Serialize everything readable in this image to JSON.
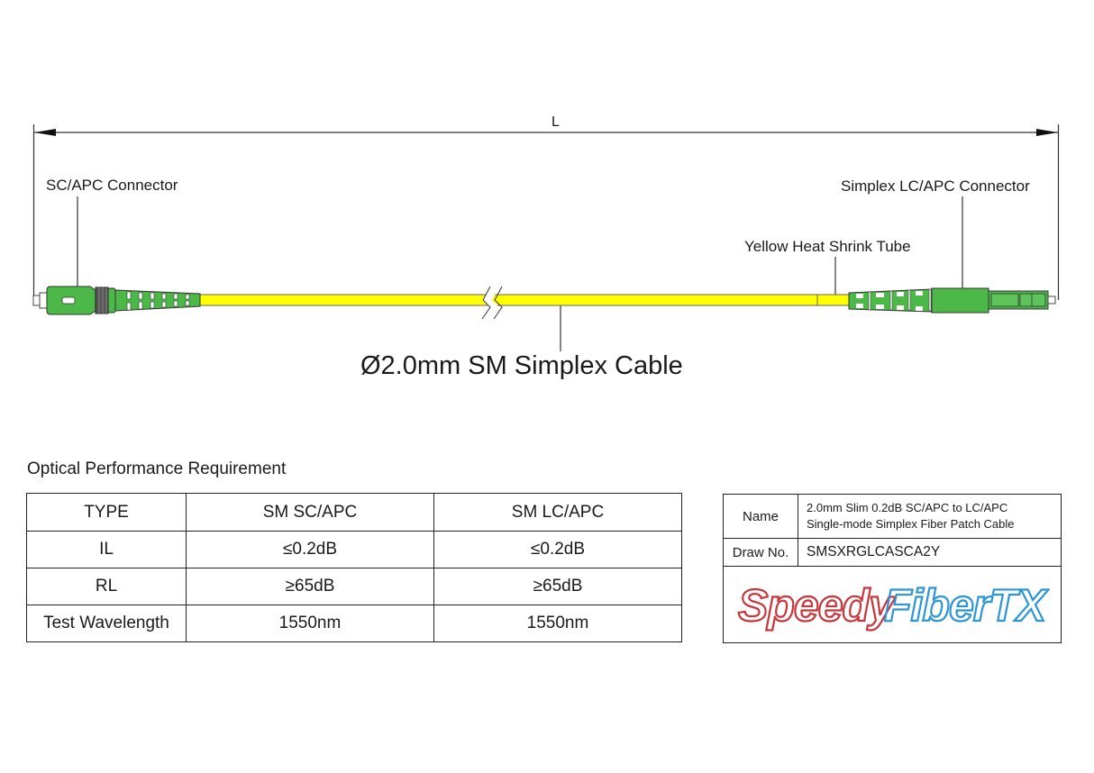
{
  "drawing": {
    "dimension_label": "L",
    "left_connector_label": "SC/APC Connector",
    "right_connector_label": "Simplex LC/APC Connector",
    "heat_shrink_label": "Yellow Heat Shrink Tube",
    "cable_label": "Ø2.0mm SM Simplex Cable",
    "colors": {
      "connector_green": "#4cb848",
      "cable_yellow": "#ffff00",
      "outline": "#333333"
    }
  },
  "performance": {
    "title": "Optical Performance Requirement",
    "headers": [
      "TYPE",
      "SM SC/APC",
      "SM LC/APC"
    ],
    "rows": [
      [
        "IL",
        "≤0.2dB",
        "≤0.2dB"
      ],
      [
        "RL",
        "≥65dB",
        "≥65dB"
      ],
      [
        "Test Wavelength",
        "1550nm",
        "1550nm"
      ]
    ]
  },
  "title_block": {
    "name_key": "Name",
    "name_line1": "2.0mm Slim 0.2dB SC/APC to LC/APC",
    "name_line2": "Single-mode Simplex Fiber Patch Cable",
    "draw_key": "Draw No.",
    "draw_value": "SMSXRGLCASCA2Y",
    "logo_part1": "Speedy",
    "logo_part2": "FiberTX",
    "logo_colors": {
      "part1": "#c8353a",
      "part2": "#2b95d6"
    }
  }
}
